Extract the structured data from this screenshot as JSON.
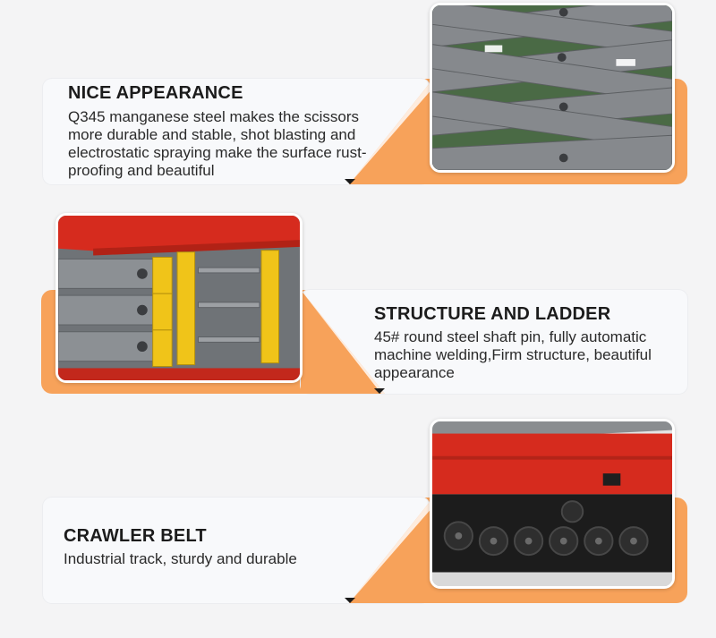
{
  "features": [
    {
      "title": "NICE APPEARANCE",
      "description": "Q345 manganese steel makes the scissors more durable and stable, shot blasting and electrostatic spraying make the surface rust-proofing and beautiful",
      "image_icon": "scissor-arms-photo"
    },
    {
      "title": "STRUCTURE AND LADDER",
      "description": "45# round steel shaft pin, fully automatic machine welding,Firm structure, beautiful appearance",
      "image_icon": "ladder-structure-photo"
    },
    {
      "title": "CRAWLER BELT",
      "description": "Industrial track, sturdy and durable",
      "image_icon": "crawler-track-photo"
    }
  ],
  "colors": {
    "accent_orange": "#f7a25a",
    "panel_bg": "#f8f9fb",
    "page_bg": "#f4f4f5",
    "steel_gray": "#7d8084",
    "platform_red": "#d62b1e",
    "safety_yellow": "#f0c419"
  }
}
